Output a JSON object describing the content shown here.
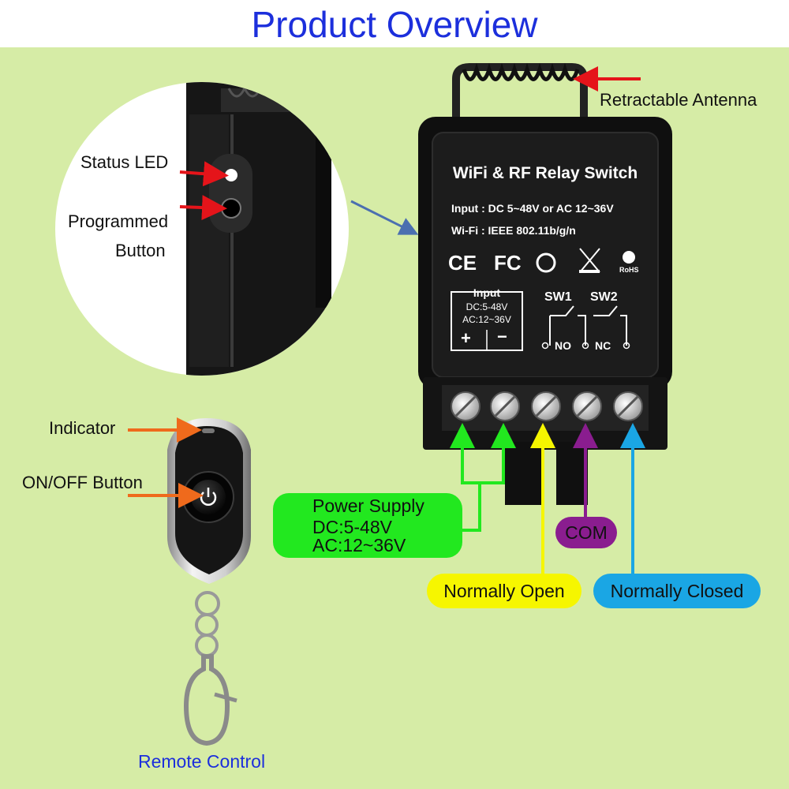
{
  "header": {
    "title": "Product Overview"
  },
  "device": {
    "name": "WiFi & RF Relay Switch",
    "input_spec": "Input : DC 5~48V or AC 12~36V",
    "wifi_spec": "Wi-Fi : IEEE 802.11b/g/n",
    "cert_marks": [
      "CE",
      "FC",
      "RoHS"
    ],
    "input_box": {
      "title": "Input",
      "line1": "DC:5-48V",
      "line2": "AC:12~36V",
      "plus": "+",
      "minus": "−"
    },
    "switches": {
      "sw1": "SW1",
      "sw2": "SW2",
      "no": "NO",
      "nc": "NC"
    }
  },
  "callouts": {
    "antenna": "Retractable Antenna",
    "status_led": "Status LED",
    "programmed_line1": "Programmed",
    "programmed_line2": "Button",
    "indicator": "Indicator",
    "onoff": "ON/OFF Button",
    "remote": "Remote Control"
  },
  "terminals": {
    "power_line1": "Power Supply",
    "power_line2": "DC:5-48V",
    "power_line3": "AC:12~36V",
    "com": "COM",
    "normally_open": "Normally Open",
    "normally_closed": "Normally Closed"
  },
  "colors": {
    "background": "#d6eca6",
    "title": "#1c2fdc",
    "power": "#22e81f",
    "com": "#8a1d8f",
    "normally_open": "#f6f600",
    "normally_closed": "#1aa6e4",
    "arrow_red": "#e5141a",
    "arrow_orange": "#ef6a1c"
  }
}
